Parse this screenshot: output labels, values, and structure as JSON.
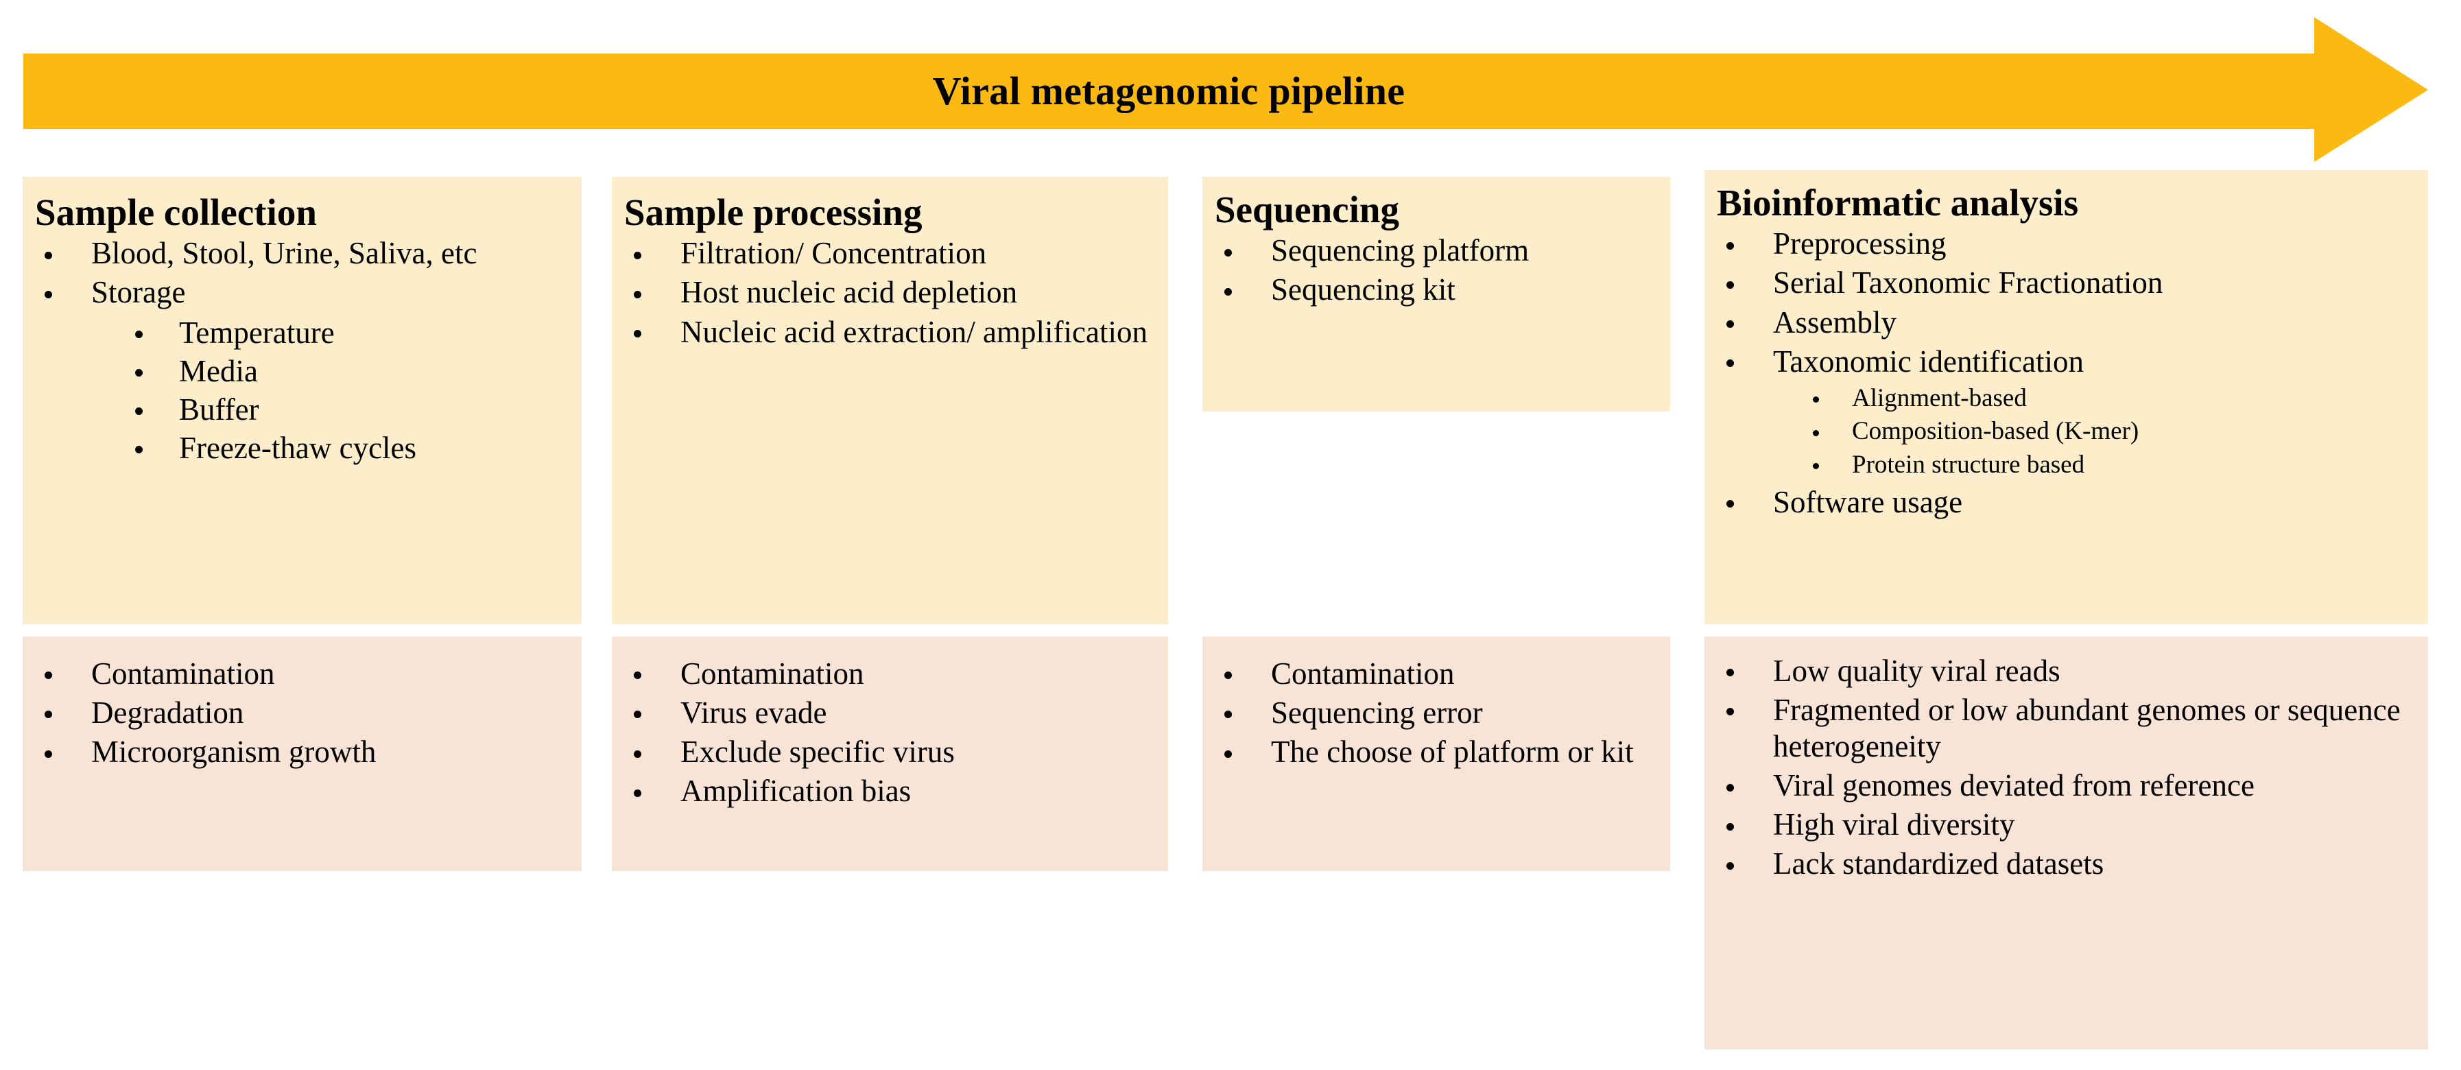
{
  "banner": {
    "title": "Viral metagenomic pipeline",
    "arrow_color": "#fbb912",
    "icon": "right-arrow-banner"
  },
  "colors": {
    "stage_box": "#fceecb",
    "challenge_box": "#f7e4d7",
    "arrow": "#fbb912",
    "text": "#000000",
    "background": "#ffffff"
  },
  "stages": [
    {
      "title": "Sample collection",
      "bullets": [
        {
          "text": "Blood, Stool, Urine, Saliva, etc",
          "sub": []
        },
        {
          "text": "Storage",
          "sub": [
            "Temperature",
            "Media",
            "Buffer",
            "Freeze-thaw cycles"
          ]
        }
      ],
      "challenges": [
        "Contamination",
        "Degradation",
        "Microorganism growth"
      ]
    },
    {
      "title": "Sample processing",
      "bullets": [
        {
          "text": "Filtration/ Concentration",
          "sub": []
        },
        {
          "text": "Host nucleic acid depletion",
          "sub": []
        },
        {
          "text": "Nucleic acid extraction/ amplification",
          "sub": []
        }
      ],
      "challenges": [
        "Contamination",
        "Virus evade",
        "Exclude specific virus",
        "Amplification bias"
      ]
    },
    {
      "title": "Sequencing",
      "bullets": [
        {
          "text": "Sequencing platform",
          "sub": []
        },
        {
          "text": "Sequencing kit",
          "sub": []
        }
      ],
      "challenges": [
        "Contamination",
        "Sequencing error",
        "The choose of platform or kit"
      ]
    },
    {
      "title": "Bioinformatic analysis",
      "bullets": [
        {
          "text": "Preprocessing",
          "sub": []
        },
        {
          "text": "Serial Taxonomic Fractionation",
          "sub": []
        },
        {
          "text": "Assembly",
          "sub": []
        },
        {
          "text": "Taxonomic identification",
          "sub": [
            "Alignment-based",
            "Composition-based (K-mer)",
            "Protein structure based"
          ]
        },
        {
          "text": "Software usage",
          "sub": []
        }
      ],
      "challenges": [
        "Low quality viral reads",
        "Fragmented or low abundant genomes or sequence heterogeneity",
        "Viral genomes deviated from reference",
        "High viral diversity",
        "Lack standardized datasets"
      ]
    }
  ]
}
